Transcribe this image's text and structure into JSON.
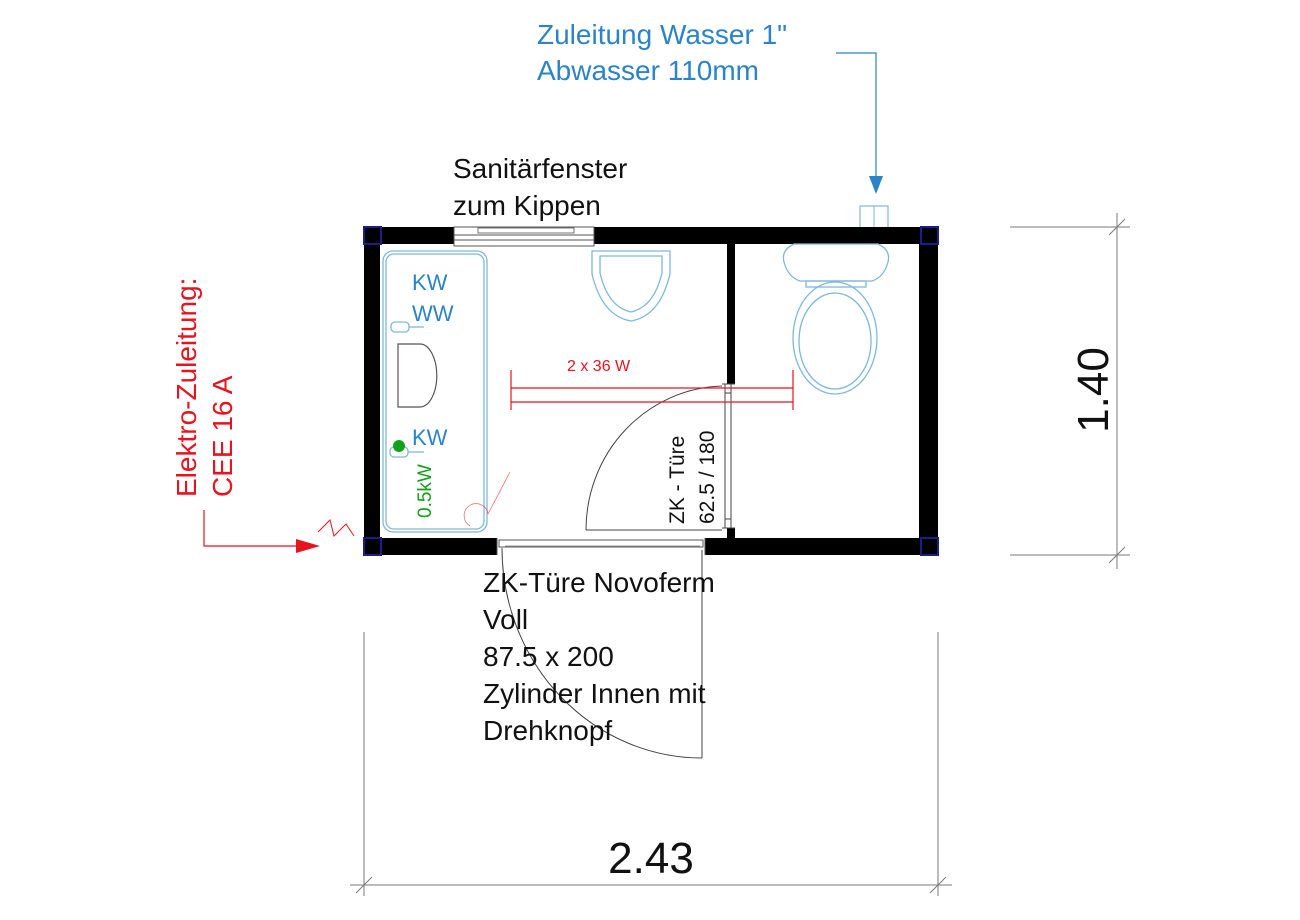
{
  "water_supply": {
    "line1": "Zuleitung Wasser 1\"",
    "line2": "Abwasser 110mm"
  },
  "window": {
    "line1": "Sanitärfenster",
    "line2": "zum Kippen"
  },
  "electrical": {
    "line1": "Elektro-Zuleitung:",
    "line2": "CEE 16 A"
  },
  "basin": {
    "kw_top": "KW",
    "ww": "WW",
    "kw_bottom": "KW",
    "heater_power": "0.5kW"
  },
  "light": {
    "label": "2 x 36 W"
  },
  "inner_door": {
    "line1": "ZK - Türe",
    "line2": "62.5 / 180"
  },
  "entrance_door": {
    "lines": [
      "ZK-Türe Novoferm",
      "Voll",
      "87.5 x 200",
      "Zylinder Innen mit",
      "Drehknopf"
    ]
  },
  "dimensions": {
    "width": "2.43",
    "depth": "1.40"
  },
  "colors": {
    "annotation_blue": "#2b83c9",
    "annotation_red": "#e6141e",
    "wall": "#000000",
    "heater_green": "#13a01b",
    "corner_blue": "#1c1c8c"
  }
}
